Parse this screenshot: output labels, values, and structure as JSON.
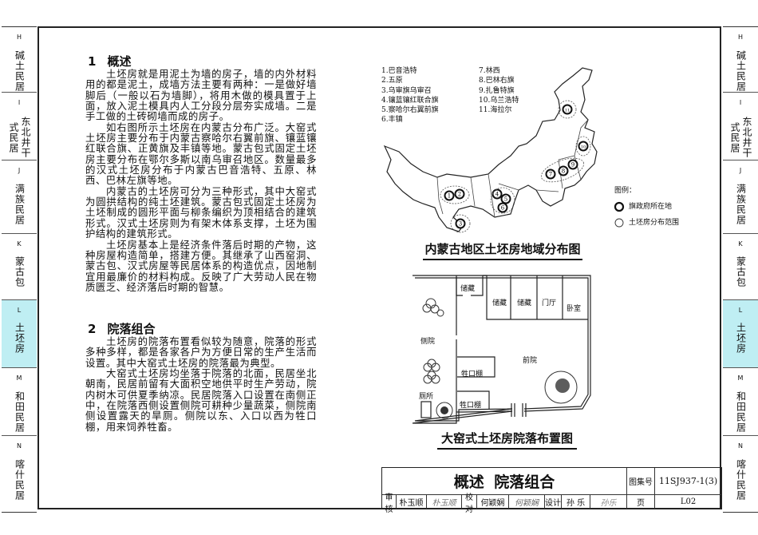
{
  "side_tabs": [
    {
      "letter": "H",
      "name": "碱土民居"
    },
    {
      "letter": "I",
      "name": "东北井干式民居"
    },
    {
      "letter": "J",
      "name": "满族民居"
    },
    {
      "letter": "K",
      "name": "蒙古包"
    },
    {
      "letter": "L",
      "name": "土坯房",
      "active": true
    },
    {
      "letter": "M",
      "name": "和田民居"
    },
    {
      "letter": "N",
      "name": "喀什民居"
    }
  ],
  "sections": [
    {
      "num": "1",
      "title": "概述",
      "paragraphs": [
        "土坯房就是用泥土为墙的房子，墙的内外材料用的都是泥土，成墙方法主要有两种：一是做好墙脚后（一般以石为墙脚），将用木做的模具置于上面，放入泥土模具内人工分段分层夯实成墙。二是手工做的土砖砌墙而成的房子。",
        "如右图所示土坯房在内蒙古分布广泛。大窑式土坯房主要分布于内蒙古察哈尔右翼前旗、镶蓝镶红联合旗、正黄旗及丰镇等地。蒙古包式固定土坯房主要分布在鄂尔多斯以南乌审召地区。数量最多的汉式土坯房分布于内蒙古巴音浩特、五原、林西、巴林左旗等地。",
        "内蒙古的土坯房可分为三种形式，其中大窑式为圆拱结构的纯土坯建筑。蒙古包式固定土坯房为土坯制成的圆形平面与柳条编织为顶相结合的建筑形式。汉式土坯房则为有架木体系支撑，土坯为围护结构的建筑形式。",
        "土坯房基本上是经济条件落后时期的产物，这种房屋构造简单，搭建方便。其继承了山西窑洞、蒙古包、汉式房屋等民居体系的构造优点，因地制宜用最廉价的材料构成。反映了广大劳动人民在物质匮乏、经济落后时期的智慧。"
      ]
    },
    {
      "num": "2",
      "title": "院落组合",
      "paragraphs": [
        "土坯房的院落布置看似较为随意，院落的形式多种多样，都是各家各户为方便日常的生产生活而设置。其中大窑式土坯房的院落最为典型。",
        "大窑式土坯房均坐落于院落的北面，民居坐北朝南，民居前留有大面积空地供平时生产劳动，院内树木可供夏季纳凉。民居院落入口设置在南侧正中，在院落西侧设置侧院可耕种少量蔬菜，侧院南侧设置露天的旱厕。侧院以东、入口以西为牲口棚，用来饲养牲畜。"
      ]
    }
  ],
  "map": {
    "title": "内蒙古地区土坯房地域分布图",
    "places": [
      "1.巴音浩特",
      "2.五原",
      "3.乌审旗乌审召",
      "4.镶蓝镶红联合旗",
      "5.察哈尔右翼前旗",
      "6.丰镇",
      "7.林西",
      "8.巴林右旗",
      "9.扎鲁特旗",
      "10.乌兰浩特",
      "11.海拉尔"
    ],
    "markers": [
      "1",
      "2",
      "3",
      "4",
      "5",
      "6",
      "7",
      "8",
      "9",
      "10",
      "11"
    ],
    "legend_title": "图例：",
    "legend": [
      {
        "icon": "thick-circle",
        "label": "旗政府所在地"
      },
      {
        "icon": "thin-circle",
        "label": "土坯房分布范围"
      }
    ]
  },
  "plan": {
    "title": "大窑式土坯房院落布置图",
    "rooms": {
      "storage_small": "储藏",
      "storage1": "储藏",
      "storage2": "储藏",
      "hall": "门厅",
      "bedroom": "卧室",
      "side_yard": "侧院",
      "front_yard": "前院",
      "shed1": "牲口棚",
      "shed2": "牲口棚",
      "toilet": "厕所"
    }
  },
  "title_block": {
    "title": "概述 院落组合",
    "atlas_label": "图集号",
    "atlas_no": "11SJ937-1(3)",
    "review_label": "审核",
    "reviewer": "朴玉顺",
    "reviewer_sig": "朴玉顺",
    "check_label": "校对",
    "checker": "何颖娴",
    "checker_sig": "何颖娴",
    "design_label": "设计",
    "designer": "孙 乐",
    "designer_sig": "孙乐",
    "page_label": "页",
    "page_no": "L02"
  }
}
